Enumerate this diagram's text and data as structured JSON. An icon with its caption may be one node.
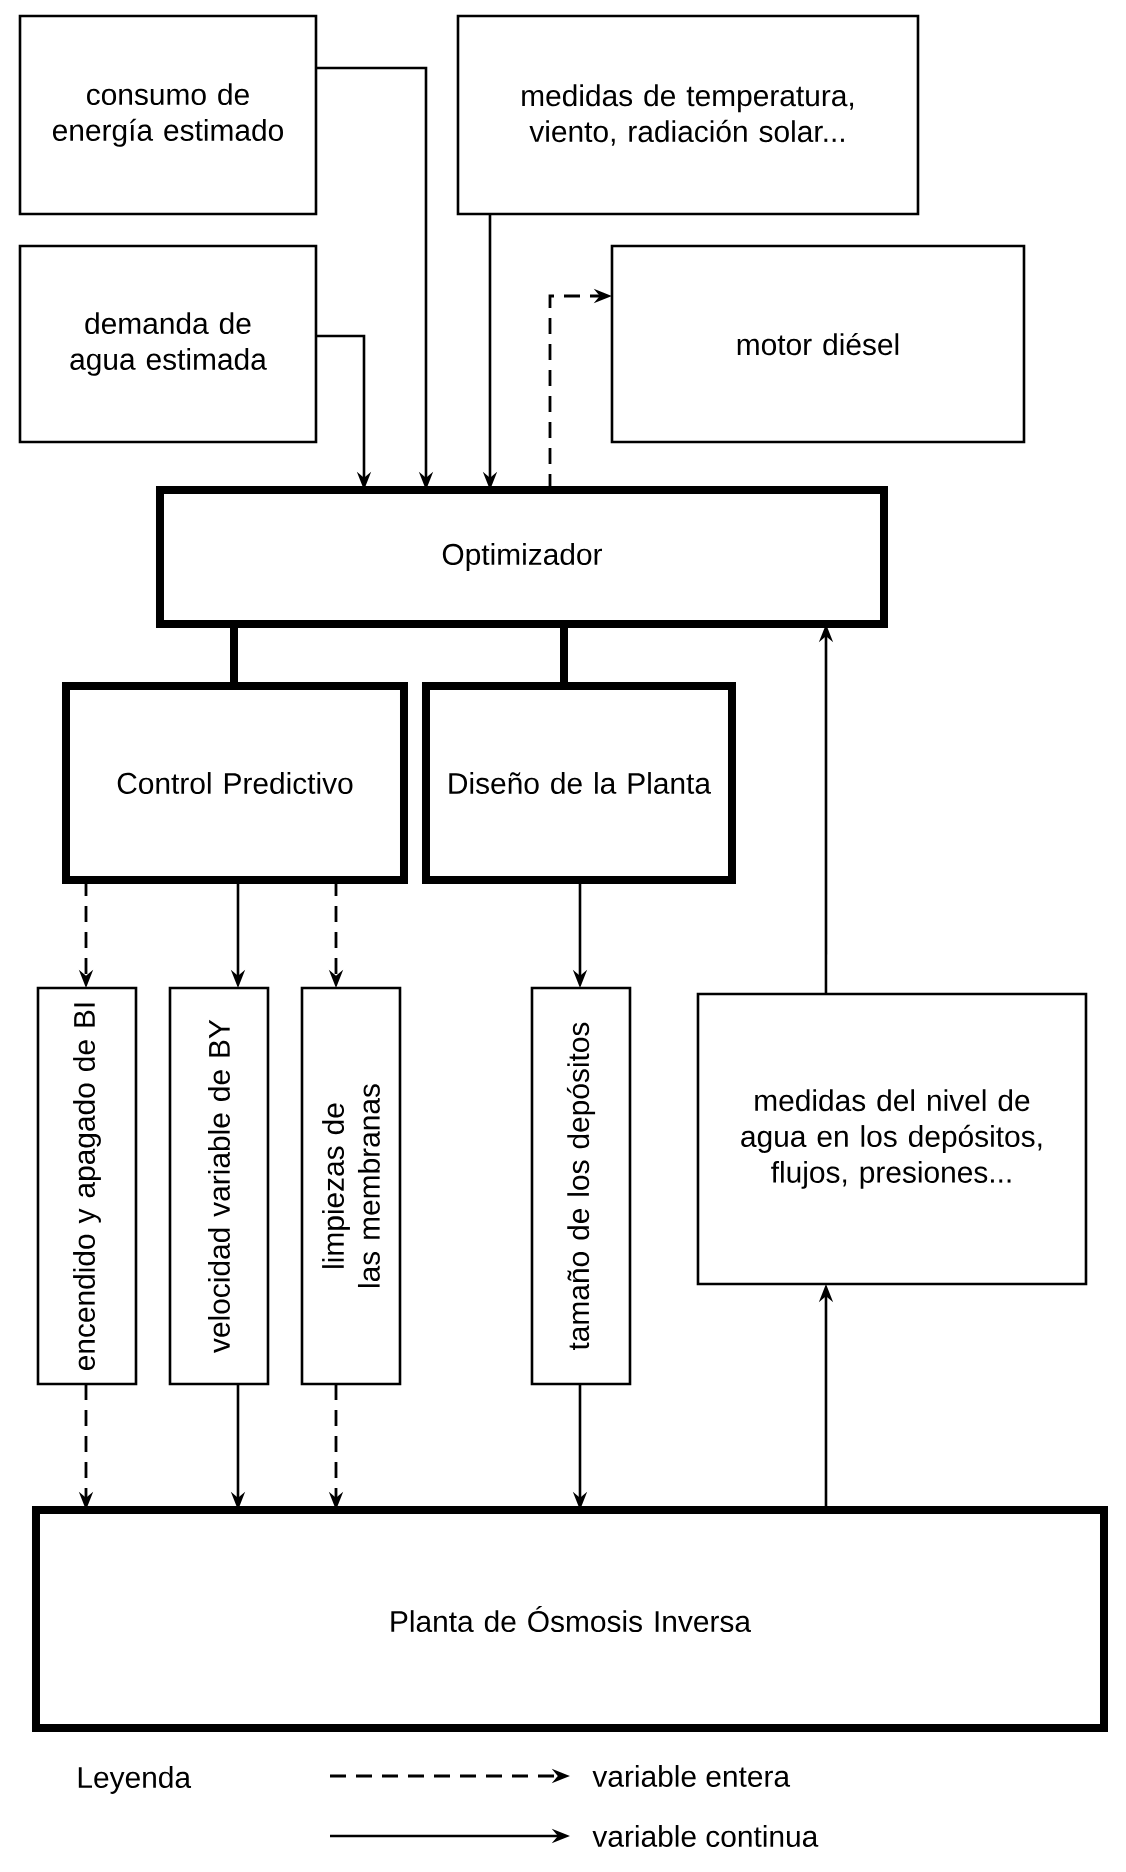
{
  "diagram": {
    "nodes": [
      {
        "text": [
          "consumo de energía estimado"
        ]
      },
      {
        "text": [
          "medidas de temperatura, viento, radiación solar..."
        ]
      },
      {
        "text": [
          "demanda de agua estimada"
        ]
      },
      {
        "text": [
          "motor diésel"
        ]
      },
      {
        "text": [
          "Optimizador"
        ]
      },
      {
        "text": [
          "Control Predictivo"
        ]
      },
      {
        "text": [
          "Diseño de la Planta"
        ]
      },
      {
        "text": [
          "encendido y apagado de BI"
        ]
      },
      {
        "text": [
          "velocidad variable de BY"
        ]
      },
      {
        "text": [
          "limpiezas de las membranas"
        ]
      },
      {
        "text": [
          "tamaño de los depósitos"
        ]
      },
      {
        "text": [
          "medidas del nivel de agua en los depósitos, flujos, presiones..."
        ]
      },
      {
        "text": [
          "Planta de Ósmosis Inversa"
        ]
      }
    ],
    "edges": [
      {
        "from": 2,
        "to": 4,
        "arrow": "to"
      },
      {
        "from": 0,
        "to": 4,
        "arrow": "to"
      },
      {
        "from": 1,
        "to": 4,
        "arrow": "to"
      },
      {
        "from": 4,
        "to": 3,
        "arrow": "to",
        "style": "dashed"
      },
      {
        "from": 4,
        "to": 5,
        "arrow": "none",
        "style": "thick"
      },
      {
        "from": 4,
        "to": 6,
        "arrow": "none",
        "style": "thick"
      },
      {
        "from": 5,
        "to": 7,
        "arrow": "to",
        "style": "dashed"
      },
      {
        "from": 5,
        "to": 8,
        "arrow": "to"
      },
      {
        "from": 5,
        "to": 9,
        "arrow": "to",
        "style": "dashed"
      },
      {
        "from": 6,
        "to": 10,
        "arrow": "to"
      },
      {
        "from": 7,
        "to": 12,
        "arrow": "to",
        "style": "dashed"
      },
      {
        "from": 8,
        "to": 12,
        "arrow": "to"
      },
      {
        "from": 9,
        "to": 12,
        "arrow": "to",
        "style": "dashed"
      },
      {
        "from": 10,
        "to": 12,
        "arrow": "to"
      },
      {
        "from": 12,
        "to": 11,
        "arrow": "to"
      },
      {
        "from": 11,
        "to": 4,
        "arrow": "to"
      }
    ],
    "labels": [
      "Leyenda"
    ],
    "legend": [
      {
        "text": "variable entera"
      },
      {
        "text": "variable continua"
      }
    ]
  }
}
